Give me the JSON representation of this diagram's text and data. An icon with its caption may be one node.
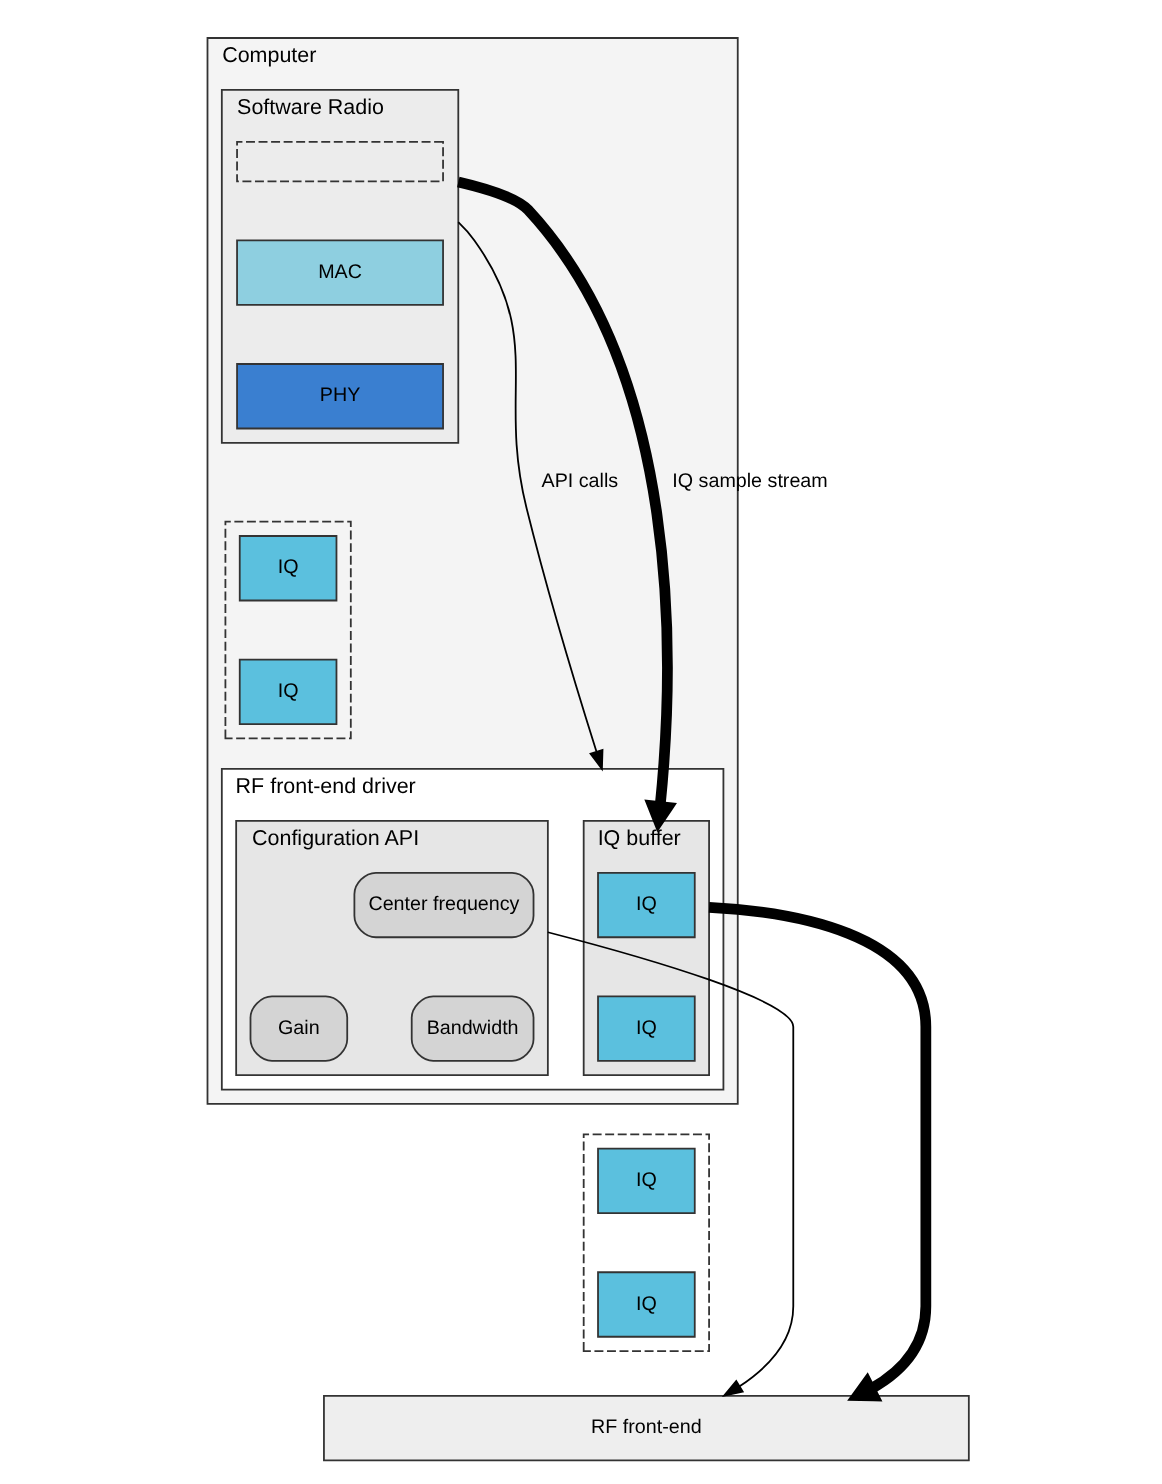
{
  "diagram": {
    "nodes": [
      {
        "text": [
          "Computer"
        ]
      },
      {
        "text": [
          "Software Radio"
        ],
        "in": 0
      },
      {
        "text": [],
        "shape": "box",
        "in": 1
      },
      {
        "text": [
          "MAC"
        ],
        "in": 1
      },
      {
        "text": [
          "PHY"
        ],
        "in": 1
      },
      {
        "text": [],
        "shape": "box",
        "in": 0
      },
      {
        "text": [
          "IQ"
        ],
        "in": 5
      },
      {
        "text": [
          "IQ"
        ],
        "in": 5
      },
      {
        "text": [
          "RF front-end driver"
        ],
        "in": 0
      },
      {
        "text": [
          "IQ buffer"
        ],
        "in": 8
      },
      {
        "text": [
          "IQ"
        ],
        "in": 9
      },
      {
        "text": [
          "IQ"
        ],
        "in": 9
      },
      {
        "text": [
          "Configuration API"
        ],
        "in": 8
      },
      {
        "text": [
          "Center frequency"
        ],
        "in": 12
      },
      {
        "text": [
          "Bandwidth"
        ],
        "in": 12
      },
      {
        "text": [
          "Gain"
        ],
        "in": 12
      },
      {
        "text": [],
        "shape": "box"
      },
      {
        "text": [
          "IQ"
        ],
        "in": 16
      },
      {
        "text": [
          "IQ"
        ],
        "in": 16
      },
      {
        "text": [
          "RF front-end"
        ]
      }
    ],
    "edges": [
      {
        "from": 1,
        "to": 9,
        "arrow": "to",
        "label": "IQ sample stream",
        "style": "thick"
      },
      {
        "from": 1,
        "to": 8,
        "arrow": "to",
        "label": "API calls"
      },
      {
        "from": 9,
        "to": 19,
        "arrow": "to",
        "style": "thick"
      },
      {
        "from": 12,
        "to": 19,
        "arrow": "to"
      }
    ]
  }
}
